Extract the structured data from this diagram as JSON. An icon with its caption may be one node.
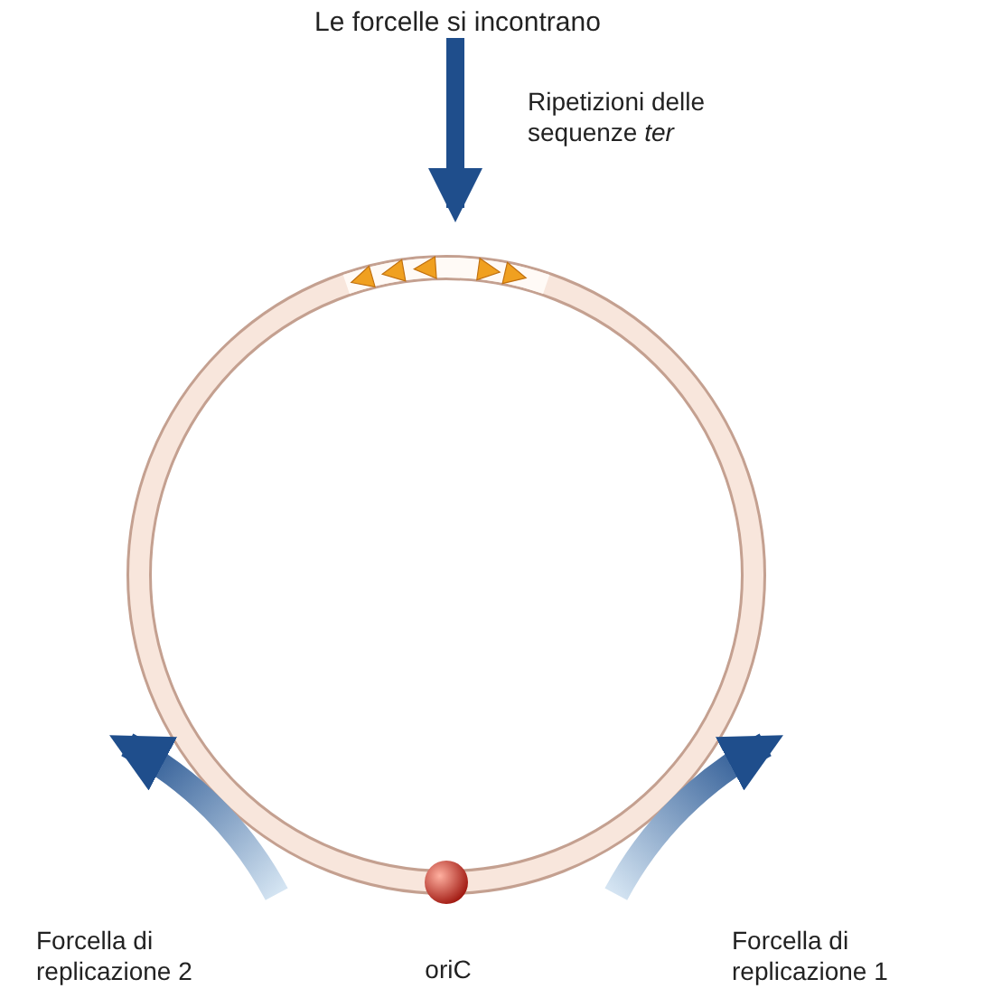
{
  "diagram": {
    "nodes": [
      {
        "text": [
          "Le forcelle si incontrano"
        ]
      },
      {
        "text": [],
        "shape": "bar"
      }
    ],
    "edges": [
      {
        "from": 0,
        "to": 1,
        "arrow": "to"
      }
    ],
    "labels": [
      "Ripetizioni delle sequenze *ter*",
      "Forcella di replicazione 2",
      "oriC",
      "Forcella di replicazione 1"
    ]
  }
}
